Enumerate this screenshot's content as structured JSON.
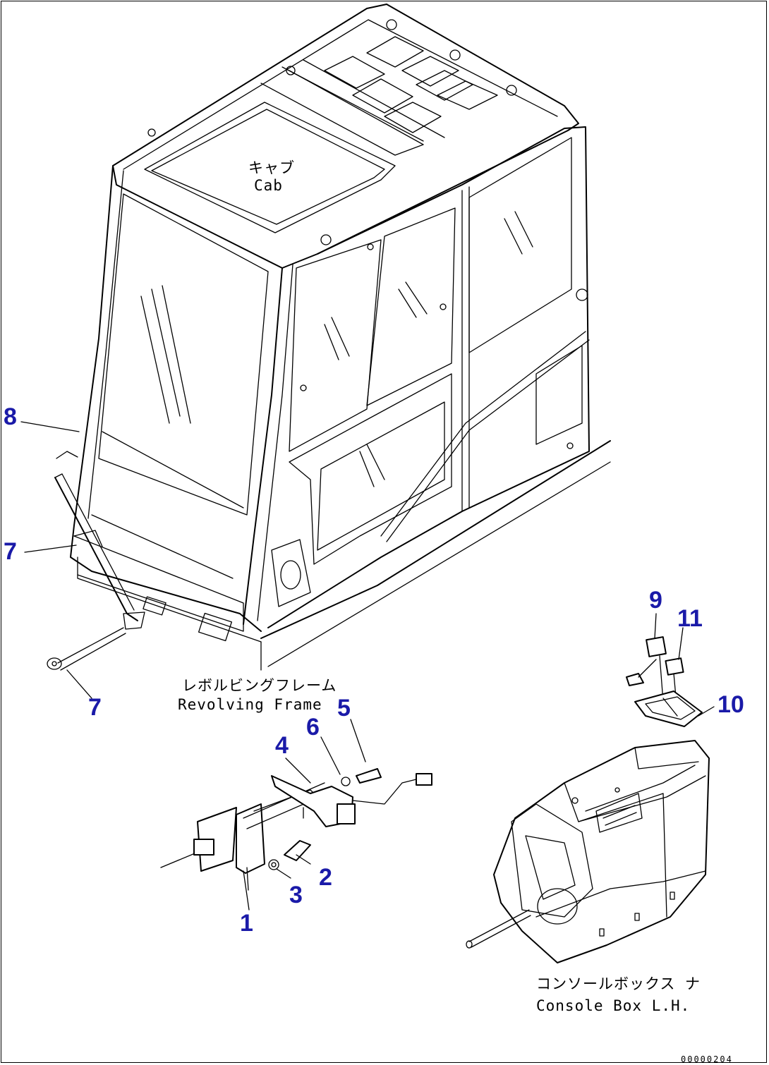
{
  "labels": {
    "cab_jp": "キャブ",
    "cab_en": "Cab",
    "frame_jp": "レボルビングフレーム",
    "frame_en": "Revolving Frame",
    "console_jp": "コンソールボックス ナ",
    "console_en": "Console Box L.H."
  },
  "callouts": [
    "1",
    "2",
    "3",
    "4",
    "5",
    "6",
    "7",
    "7",
    "8",
    "9",
    "10",
    "11"
  ],
  "document_id": "00000204",
  "colors": {
    "callout": "#1a1aa8",
    "line": "#000000",
    "background": "#ffffff"
  }
}
